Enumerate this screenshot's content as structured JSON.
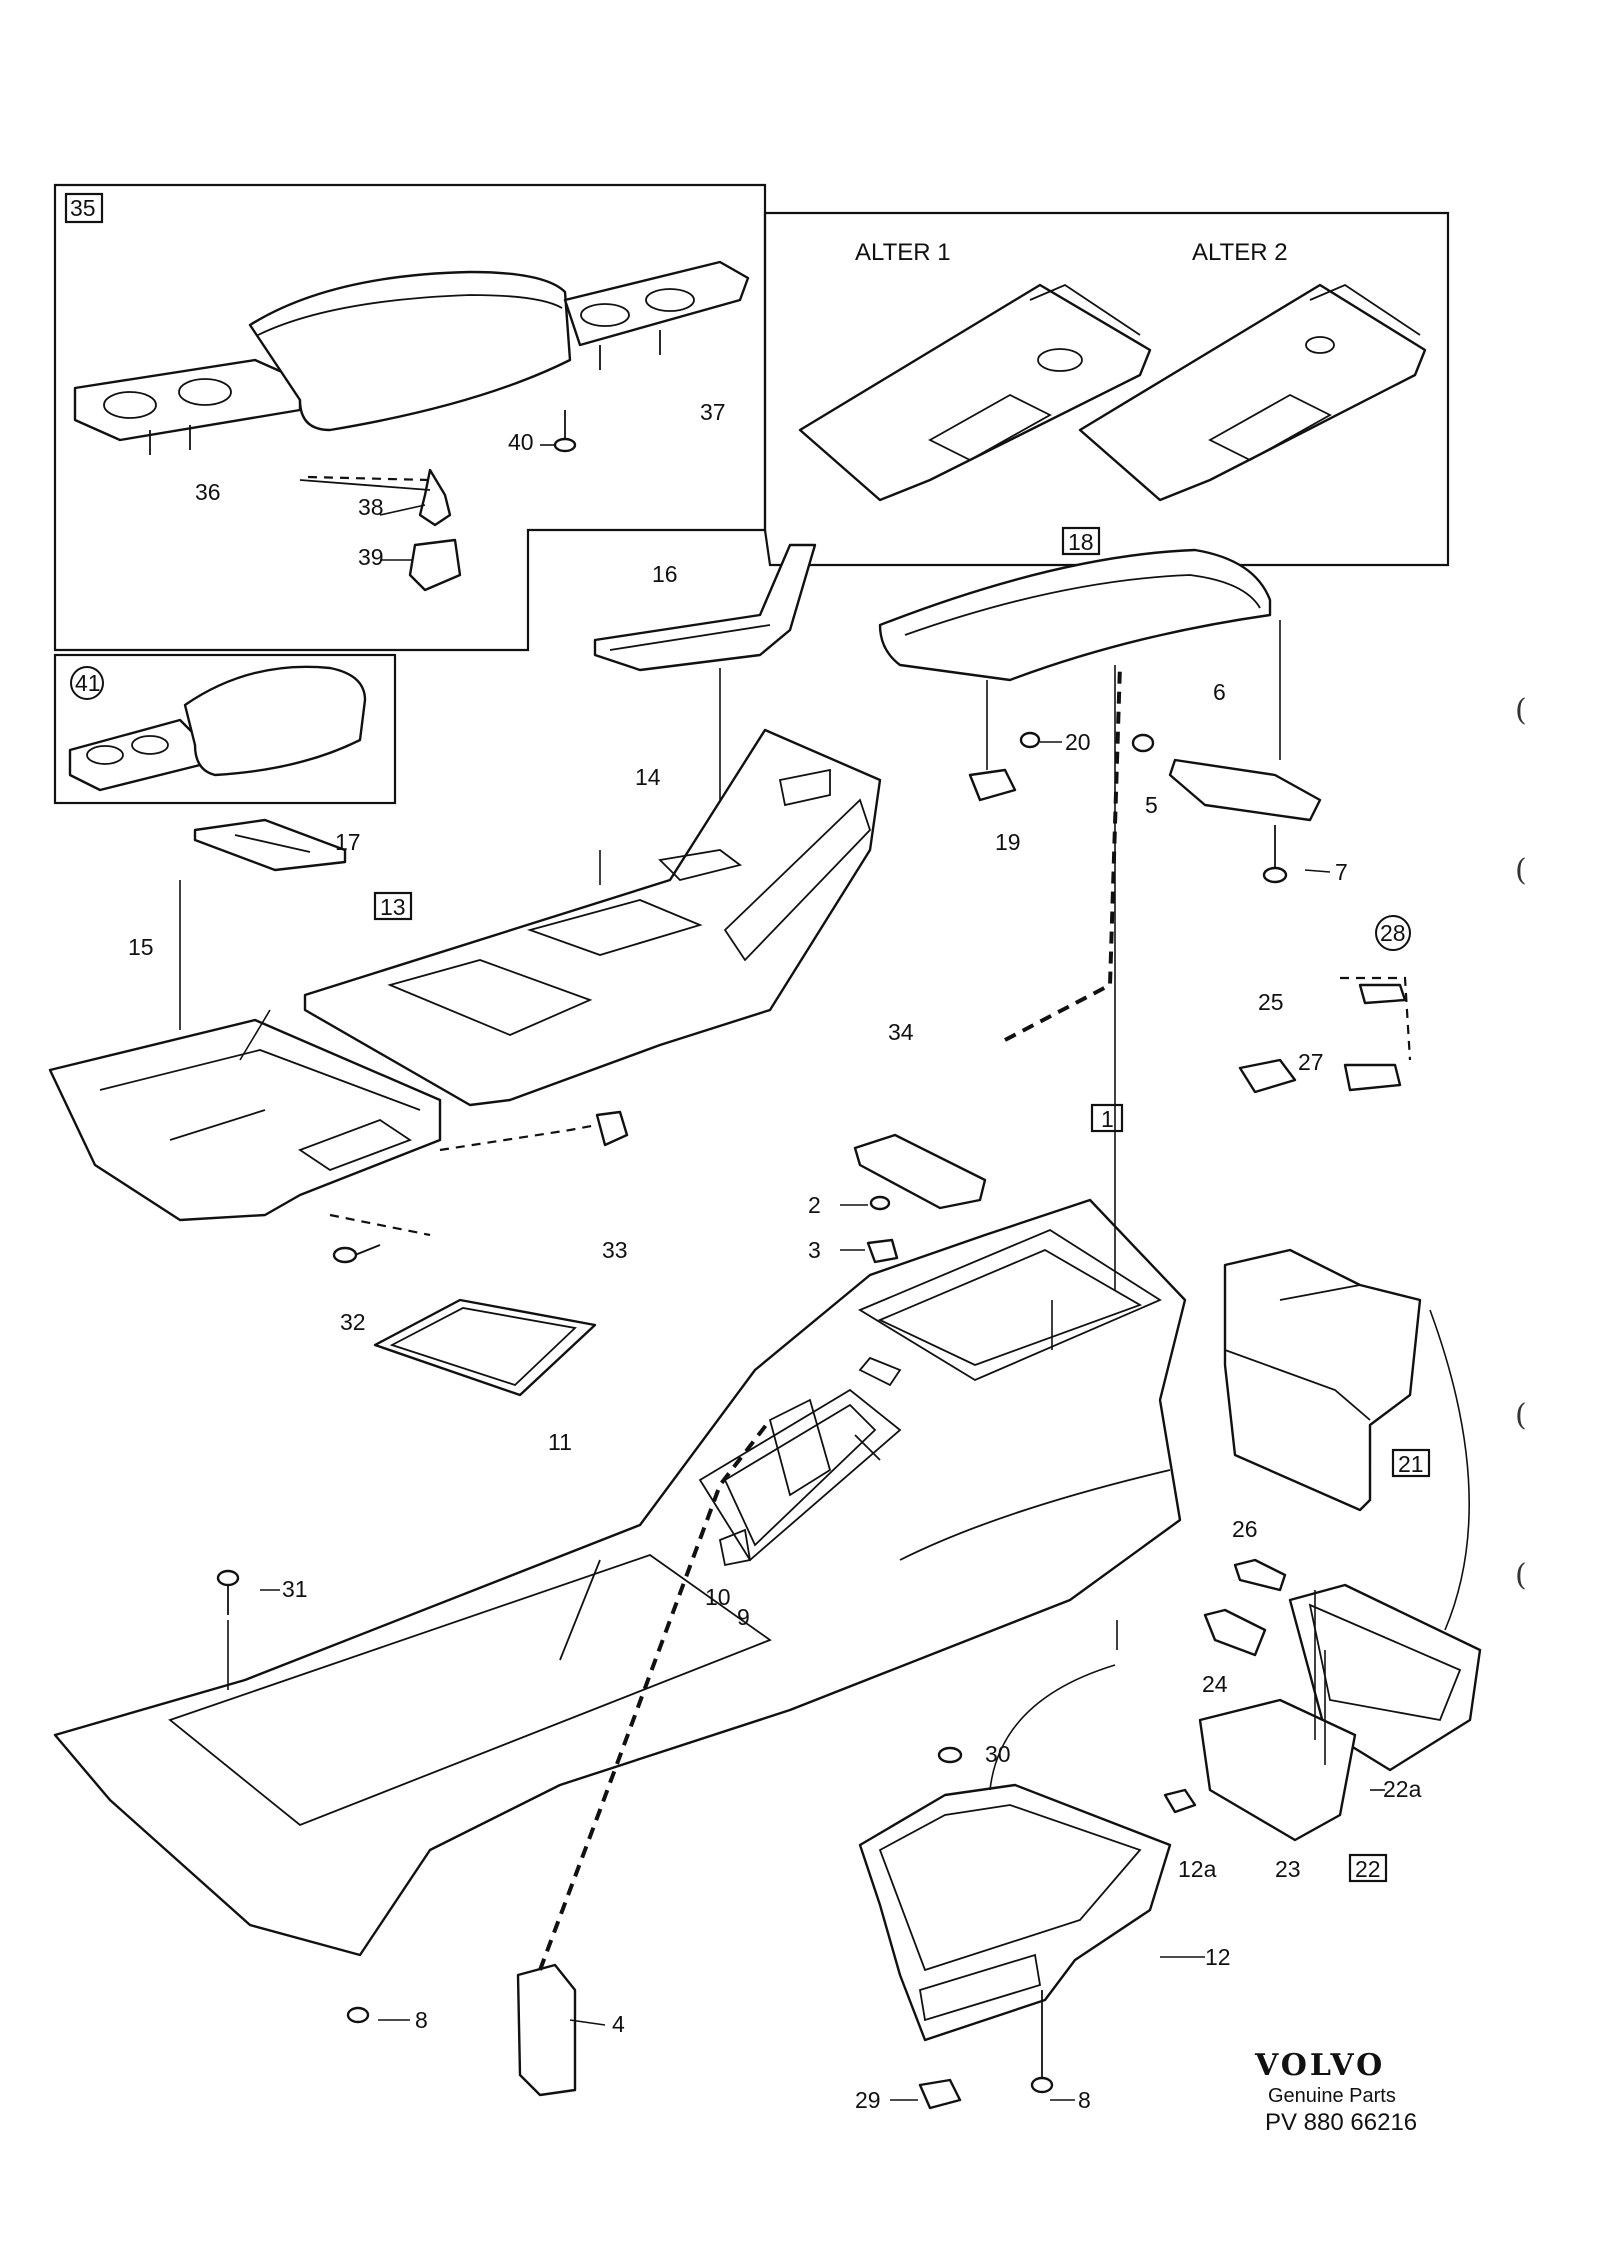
{
  "callouts": {
    "c1": "1",
    "c2": "2",
    "c3": "3",
    "c4": "4",
    "c5": "5",
    "c6": "6",
    "c7": "7",
    "c8a": "8",
    "c8b": "8",
    "c9": "9",
    "c10": "10",
    "c11": "11",
    "c12": "12",
    "c12a": "12a",
    "c13": "13",
    "c14": "14",
    "c15": "15",
    "c16": "16",
    "c17": "17",
    "c18": "18",
    "c19": "19",
    "c20": "20",
    "c21": "21",
    "c22": "22",
    "c22a": "22a",
    "c23": "23",
    "c24": "24",
    "c25": "25",
    "c26": "26",
    "c27": "27",
    "c28": "28",
    "c29": "29",
    "c30": "30",
    "c31": "31",
    "c32": "32",
    "c33": "33",
    "c34": "34",
    "c35": "35",
    "c36": "36",
    "c37": "37",
    "c38": "38",
    "c39": "39",
    "c40": "40",
    "c41": "41"
  },
  "alternatives": {
    "alt1": "ALTER 1",
    "alt2": "ALTER 2"
  },
  "brand": {
    "logo": "VOLVO",
    "subtitle": "Genuine Parts",
    "code": "PV 880 66216"
  },
  "margin_marks": {
    "m1": "(",
    "m2": "(",
    "m3": "(",
    "m4": "("
  }
}
